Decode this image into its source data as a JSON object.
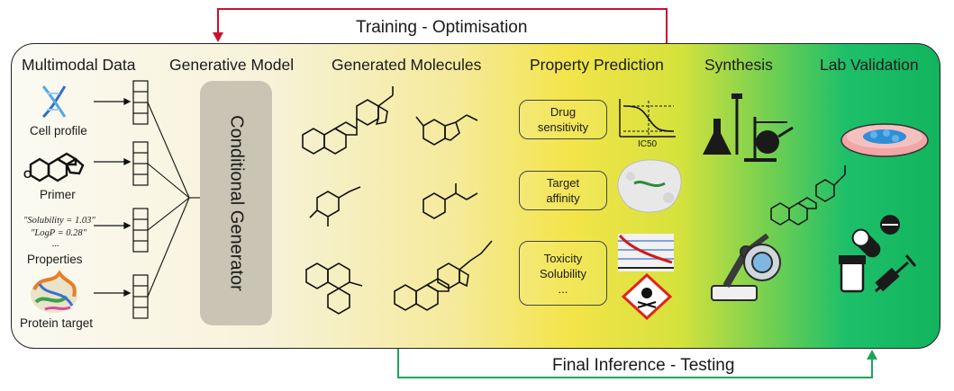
{
  "loops": {
    "top": "Training - Optimisation",
    "bottom": "Final Inference - Testing"
  },
  "stages": [
    "Multimodal Data",
    "Generative Model",
    "Generated Molecules",
    "Property Prediction",
    "Synthesis",
    "Lab Validation"
  ],
  "inputs": {
    "cell": "Cell profile",
    "primer": "Primer",
    "properties": "Properties",
    "protein": "Protein target"
  },
  "props_text": {
    "line1": "\"Solubility = 1.03\"",
    "line2": "\"LogP      = 0.28\"",
    "line3": "..."
  },
  "generator": "Conditional Generator",
  "predictions": {
    "drug_l1": "Drug",
    "drug_l2": "sensitivity",
    "target_l1": "Target",
    "target_l2": "affinity",
    "tox_l1": "Toxicity",
    "tox_l2": "Solubility",
    "tox_l3": "...",
    "ic50": "IC50"
  },
  "colors": {
    "training_arrow": "#c8102e",
    "testing_arrow": "#1aa75a",
    "generator_box": "#c9c4b4"
  },
  "icons": [
    "dna-helix-icon",
    "steroid-primer-icon",
    "protein-ribbon-icon",
    "flask-icon",
    "distillation-icon",
    "robot-arm-icon",
    "petri-dish-icon",
    "pills-icon",
    "syringe-icon",
    "toxicity-hazard-icon"
  ]
}
